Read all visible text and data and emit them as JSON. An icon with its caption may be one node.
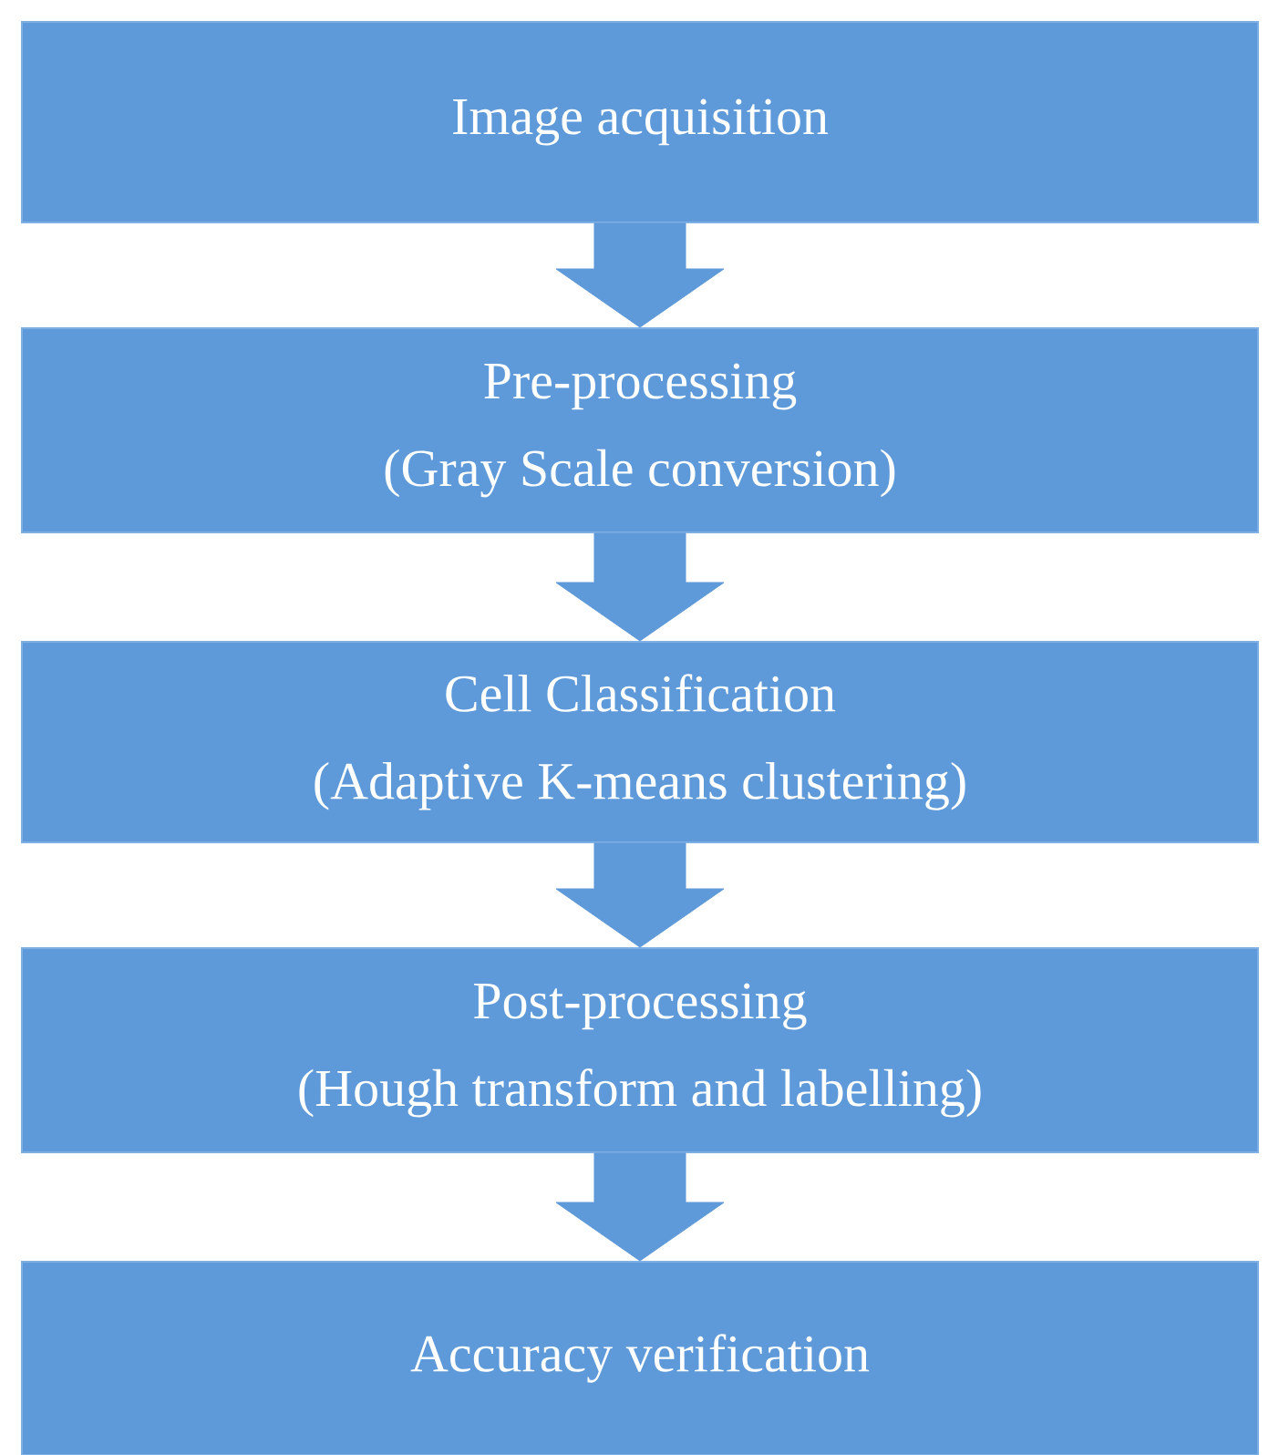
{
  "diagram": {
    "nodes": [
      {
        "text": [
          "Image acquisition"
        ]
      },
      {
        "text": [
          "Pre-processing",
          "(Gray Scale conversion)"
        ]
      },
      {
        "text": [
          "Cell Classification",
          "(Adaptive K-means clustering)"
        ]
      },
      {
        "text": [
          "Post-processing",
          "(Hough transform and labelling)"
        ]
      },
      {
        "text": [
          "Accuracy verification"
        ]
      }
    ],
    "edges": [
      {
        "from": 0,
        "to": 1,
        "arrow": "to"
      },
      {
        "from": 1,
        "to": 2,
        "arrow": "to"
      },
      {
        "from": 2,
        "to": 3,
        "arrow": "to"
      },
      {
        "from": 3,
        "to": 4,
        "arrow": "to"
      }
    ]
  }
}
